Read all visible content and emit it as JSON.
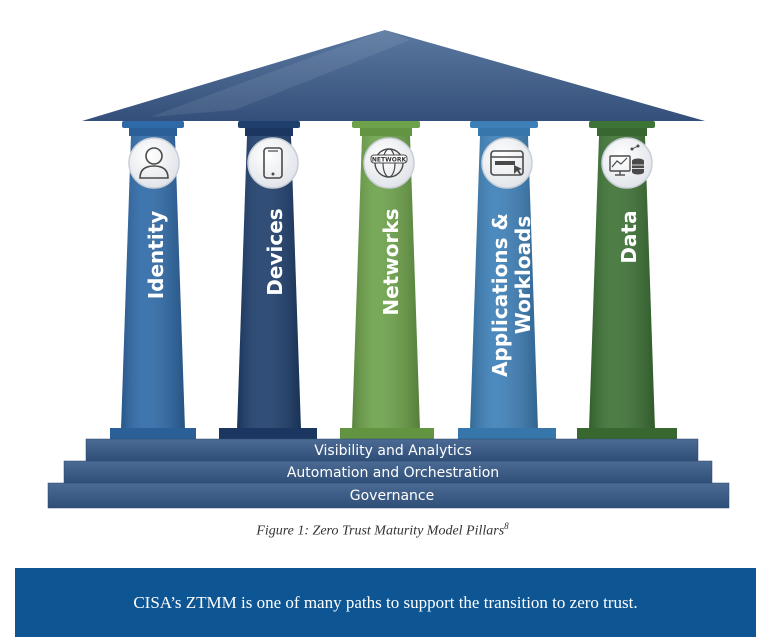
{
  "pillars": [
    {
      "label": "Identity",
      "label2": "",
      "icon": "person-icon"
    },
    {
      "label": "Devices",
      "label2": "",
      "icon": "smartphone-icon"
    },
    {
      "label": "Networks",
      "label2": "",
      "icon": "network-globe-icon"
    },
    {
      "label": "Applications &",
      "label2": "Workloads",
      "icon": "browser-window-icon"
    },
    {
      "label": "Data",
      "label2": "",
      "icon": "database-analytics-icon"
    }
  ],
  "network_icon_text": "NETWORK",
  "steps": [
    "Visibility and Analytics",
    "Automation and Orchestration",
    "Governance"
  ],
  "caption": {
    "text": "Figure 1: Zero Trust Maturity Model Pillars",
    "superscript": "8"
  },
  "banner": {
    "text": "CISA’s ZTMM is one of many paths to support the transition to zero trust."
  },
  "colors": {
    "roof": "#3f5a80",
    "pillar_blue": "#2f6aa8",
    "pillar_navy": "#1f3f6d",
    "pillar_green_light": "#6da24a",
    "pillar_blue_light": "#3d80b8",
    "pillar_green_dark": "#3e7336",
    "steps": "#3a5a84",
    "banner": "#0e5594"
  }
}
